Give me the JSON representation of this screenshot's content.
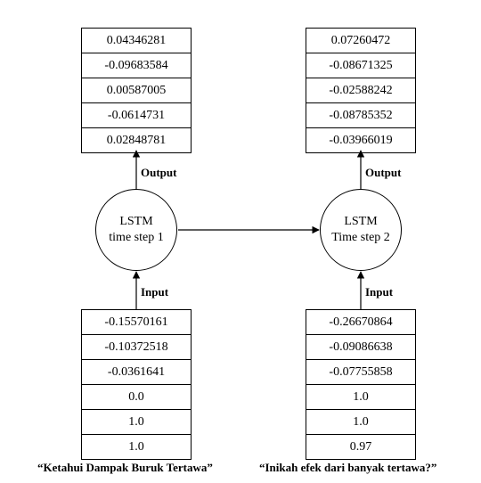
{
  "left": {
    "output": [
      "0.04346281",
      "-0.09683584",
      "0.00587005",
      "-0.0614731",
      "0.02848781"
    ],
    "input": [
      "-0.15570161",
      "-0.10372518",
      "-0.0361641",
      "0.0",
      "1.0",
      "1.0"
    ],
    "node_line1": "LSTM",
    "node_line2": "time step 1",
    "caption": "“Ketahui Dampak Buruk Tertawa”"
  },
  "right": {
    "output": [
      "0.07260472",
      "-0.08671325",
      "-0.02588242",
      "-0.08785352",
      "-0.03966019"
    ],
    "input": [
      "-0.26670864",
      "-0.09086638",
      "-0.07755858",
      "1.0",
      "1.0",
      "0.97"
    ],
    "node_line1": "LSTM",
    "node_line2": "Time step 2",
    "caption": "“Inikah efek dari banyak tertawa?”"
  },
  "labels": {
    "output": "Output",
    "input": "Input"
  }
}
